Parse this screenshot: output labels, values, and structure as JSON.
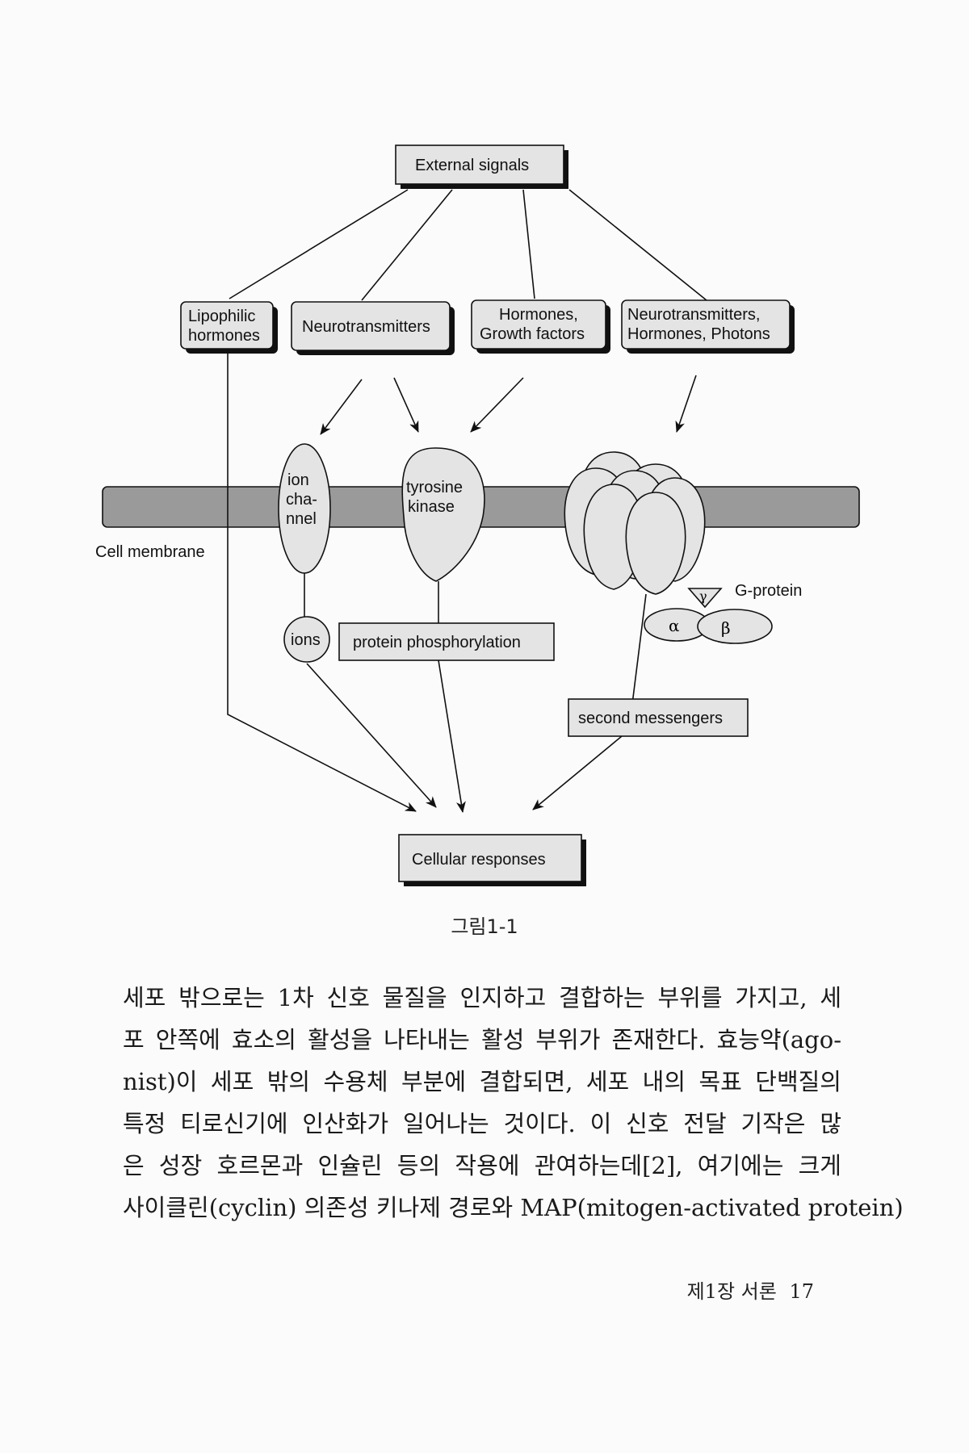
{
  "figure": {
    "boxes": {
      "external_signals": "External signals",
      "lipophilic_line1": "Lipophilic",
      "lipophilic_line2": "hormones",
      "neurotransmitters": "Neurotransmitters",
      "hormones_line1": "Hormones,",
      "hormones_line2": "Growth factors",
      "ntp_line1": "Neurotransmitters,",
      "ntp_line2": "Hormones, Photons",
      "protein_phosphorylation": "protein phosphorylation",
      "second_messengers": "second messengers",
      "cellular_responses": "Cellular responses"
    },
    "labels": {
      "cell_membrane": "Cell membrane",
      "ion_line1": "ion",
      "ion_line2": "cha-",
      "ion_line3": "nnel",
      "tyrosine_line1": "tyrosine",
      "tyrosine_line2": "kinase",
      "ions": "ions",
      "gprotein": "G-protein",
      "gamma": "γ",
      "alpha": "α",
      "beta": "β"
    },
    "caption": "그림1-1"
  },
  "body": {
    "lines": [
      "세포 밖으로는 1차 신호 물질을 인지하고 결합하는 부위를 가지고, 세",
      "포 안쪽에 효소의 활성을 나타내는 활성 부위가 존재한다. 효능약(ago-",
      "nist)이 세포 밖의 수용체 부분에 결합되면, 세포 내의 목표 단백질의",
      "특정 티로신기에 인산화가 일어나는 것이다. 이 신호 전달 기작은 많",
      "은 성장 호르몬과 인슐린 등의 작용에 관여하는데[2], 여기에는 크게",
      "사이클린(cyclin) 의존성 키나제 경로와 MAP(mitogen-activated protein)"
    ]
  },
  "footer": {
    "chapter": "제1장 서론",
    "page_number": "17"
  },
  "colors": {
    "box_fill": "#e4e4e4",
    "membrane_fill": "#9a9a9a",
    "ink": "#111111"
  }
}
